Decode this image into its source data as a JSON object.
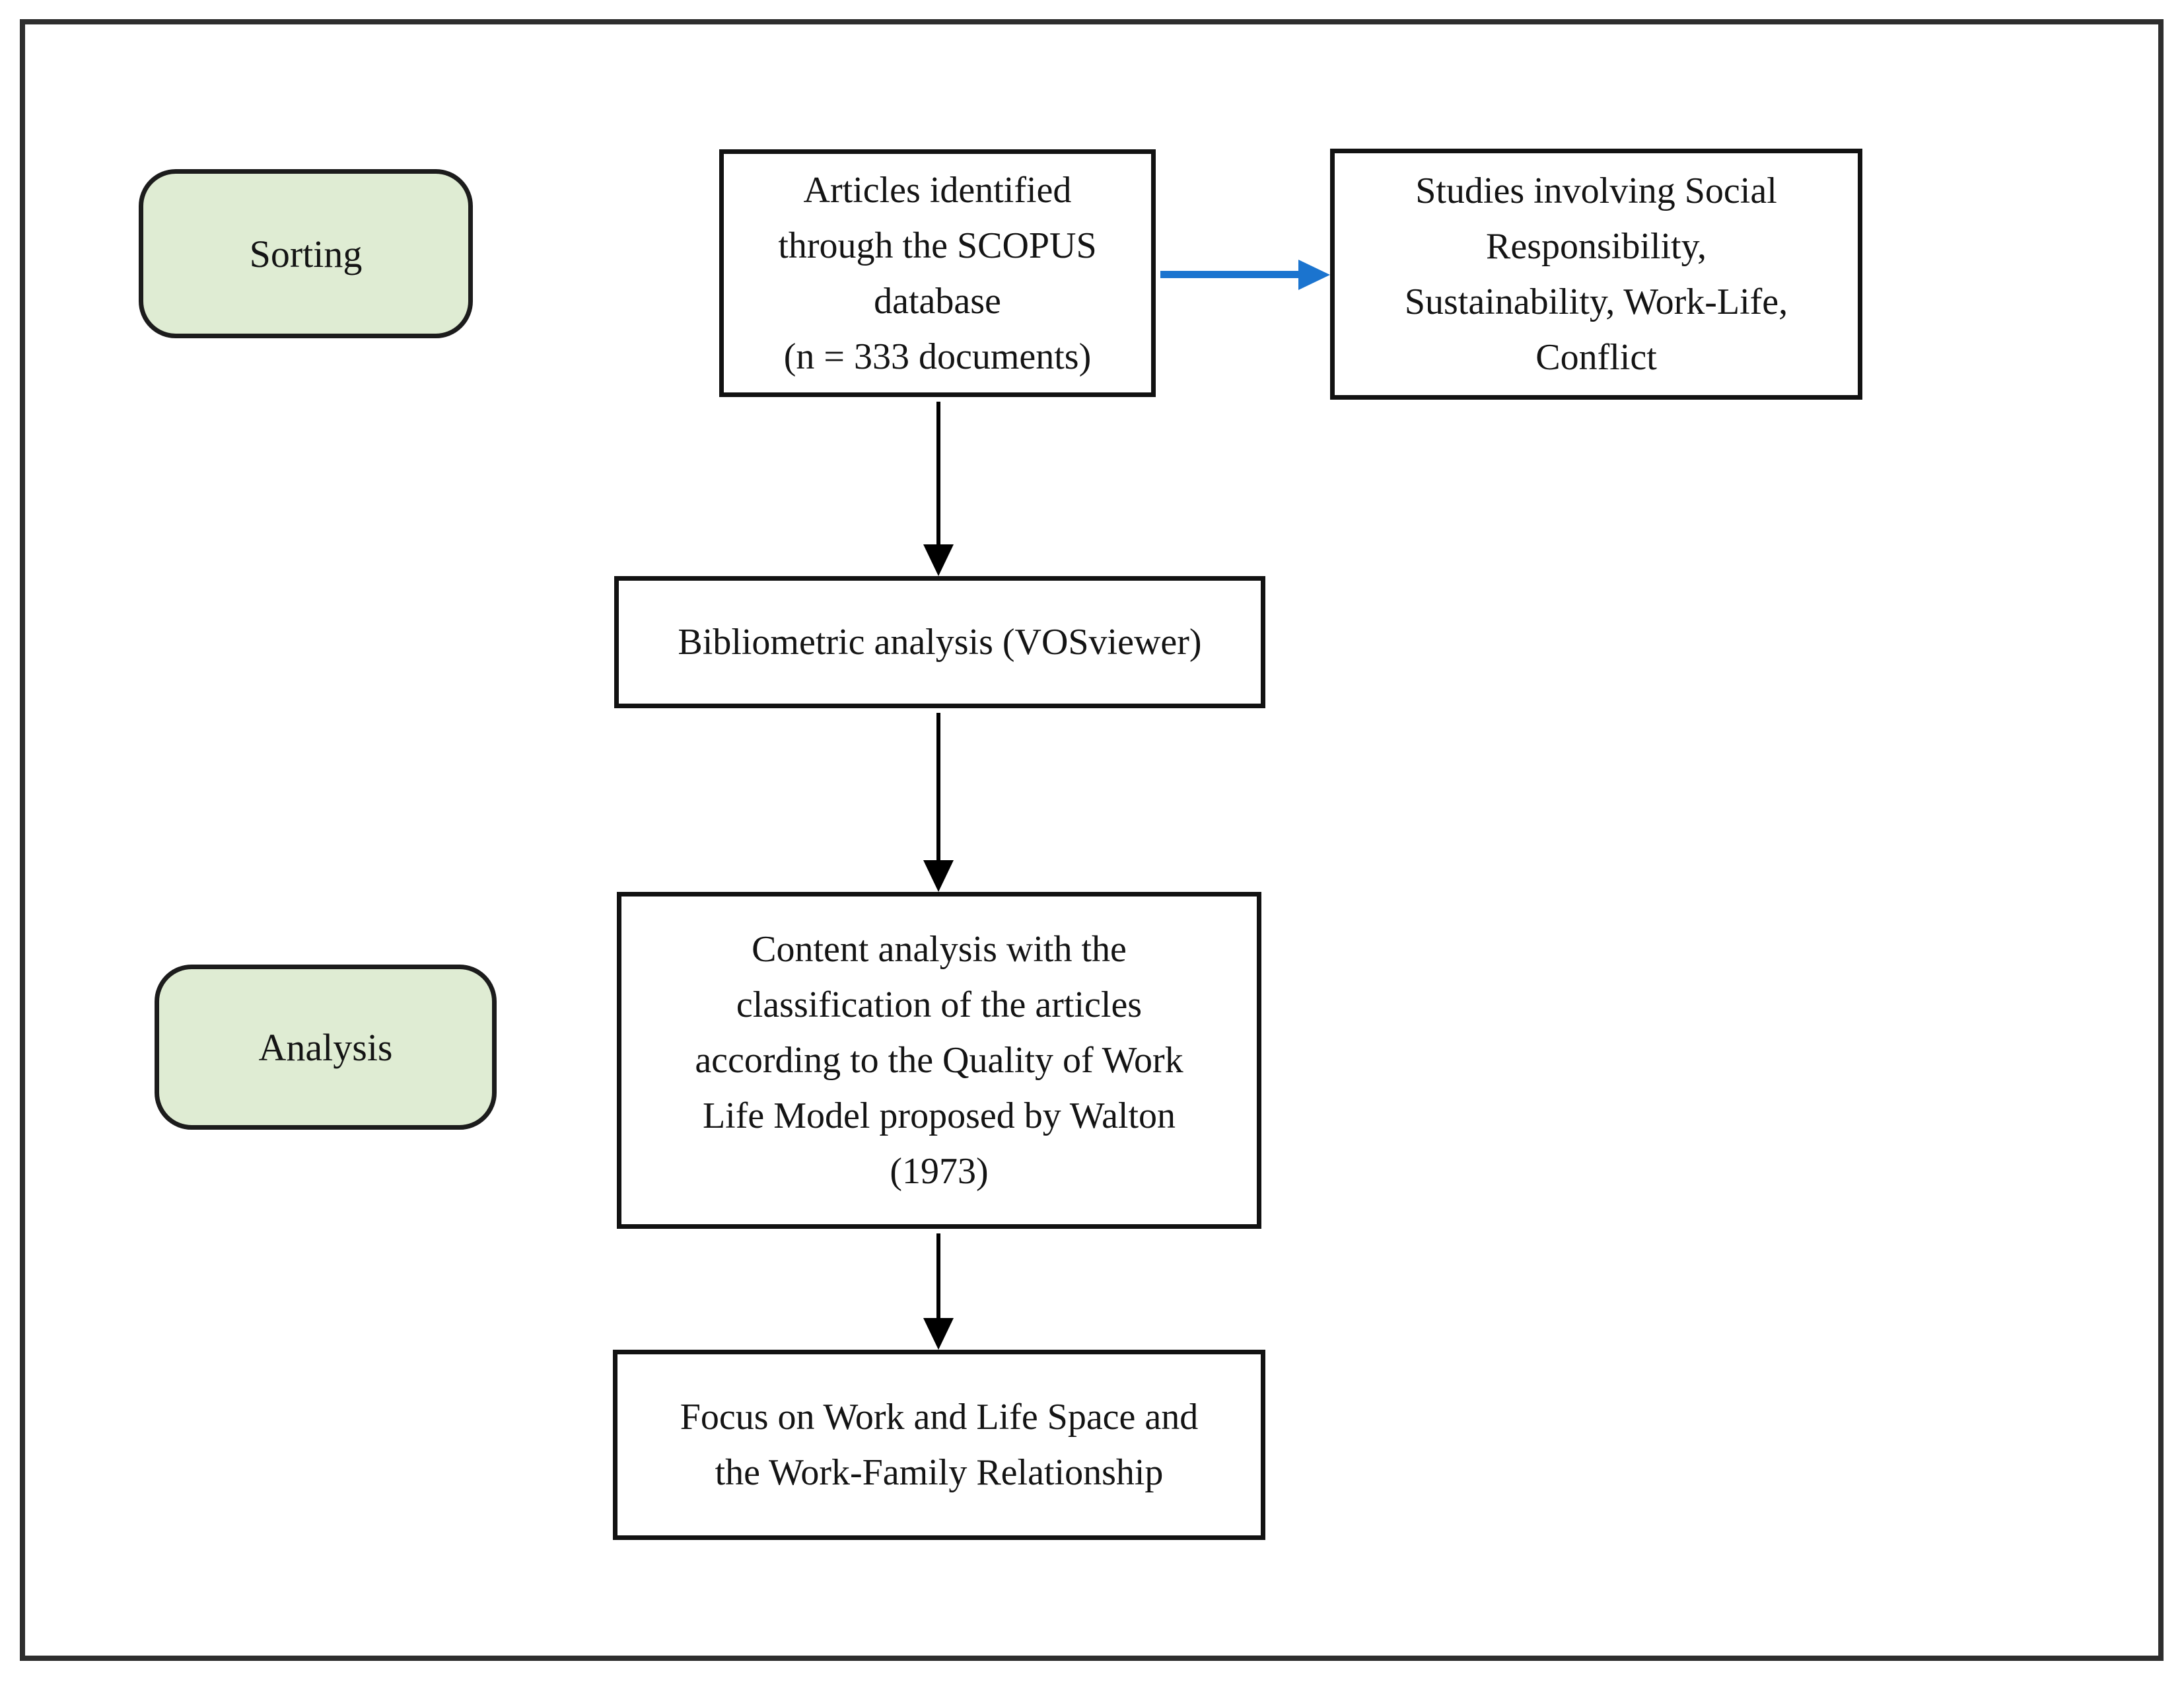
{
  "figure": {
    "stage_labels": {
      "sorting": "Sorting",
      "analysis": "Analysis"
    },
    "nodes": {
      "articles": "Articles identified\nthrough the SCOPUS\ndatabase\n(n = 333 documents)",
      "studies": "Studies involving Social\nResponsibility,\nSustainability, Work-Life,\nConflict",
      "bibliometric": "Bibliometric analysis (VOSviewer)",
      "content": "Content analysis with the\nclassification of the articles\naccording to the Quality of Work\nLife Model proposed by Walton\n(1973)",
      "focus": "Focus on Work and Life Space and\nthe Work-Family Relationship"
    },
    "colors": {
      "stage_fill": "#dfecd3",
      "stage_border": "#1c1c1c",
      "box_border": "#121212",
      "frame_border": "#2e2e2e",
      "arrow_black": "#000000",
      "arrow_blue": "#1b74cf"
    }
  }
}
